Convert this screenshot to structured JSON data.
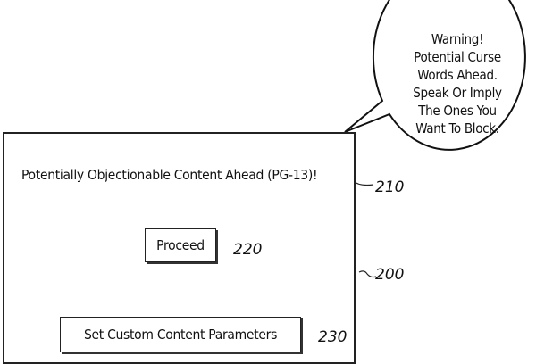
{
  "screen": {
    "headline": "Potentially Objectionable Content Ahead (PG-13)!",
    "proceed_label": "Proceed",
    "custom_label": "Set Custom Content Parameters"
  },
  "speech_bubble": {
    "lines": [
      "Warning!",
      "Potential Curse",
      "Words Ahead.",
      "Speak Or Imply",
      "The Ones You",
      "Want To Block."
    ]
  },
  "reference_numerals": {
    "screen": "200",
    "headline": "210",
    "proceed": "220",
    "custom": "230"
  }
}
